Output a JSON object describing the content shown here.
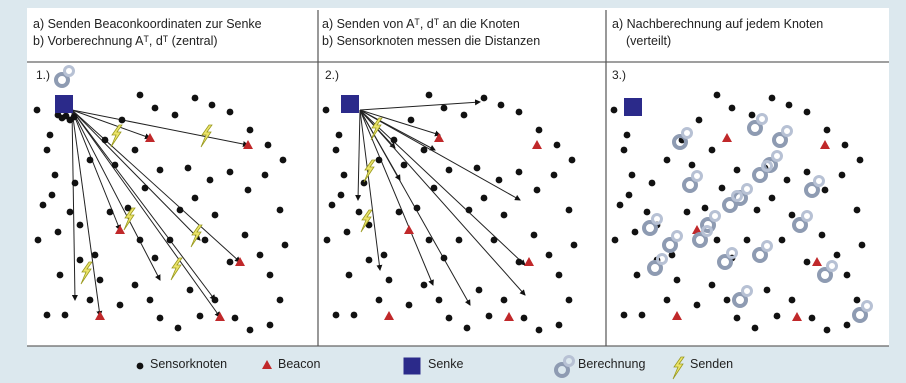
{
  "panels": [
    {
      "line_a": "a) Senden Beaconkoordinaten zur Senke",
      "line_b": "b) Vorberechnung Aᵀ, dᵀ (zentral)",
      "number": "1.)"
    },
    {
      "line_a": "a) Senden von Aᵀ, dᵀ an die Knoten",
      "line_b": "b) Sensorknoten messen die Distanzen",
      "number": "2.)"
    },
    {
      "line_a": "a) Nachberechnung auf jedem Knoten",
      "line_b": "(verteilt)",
      "number": "3.)"
    }
  ],
  "legend": {
    "sensor": "Sensorknoten",
    "beacon": "Beacon",
    "sink": "Senke",
    "compute": "Berechnung",
    "send": "Senden"
  },
  "colors": {
    "frame_bg": "#dce8ee",
    "sink": "#2b2a8a",
    "beacon": "#c0282a",
    "node": "#111111",
    "compute_ring": "#8e9bb2",
    "bolt": "#e8e26a"
  },
  "icons": [
    "sensor-node-dot",
    "beacon-triangle",
    "sink-square",
    "compute-ring-icon",
    "lightning-bolt-icon"
  ]
}
